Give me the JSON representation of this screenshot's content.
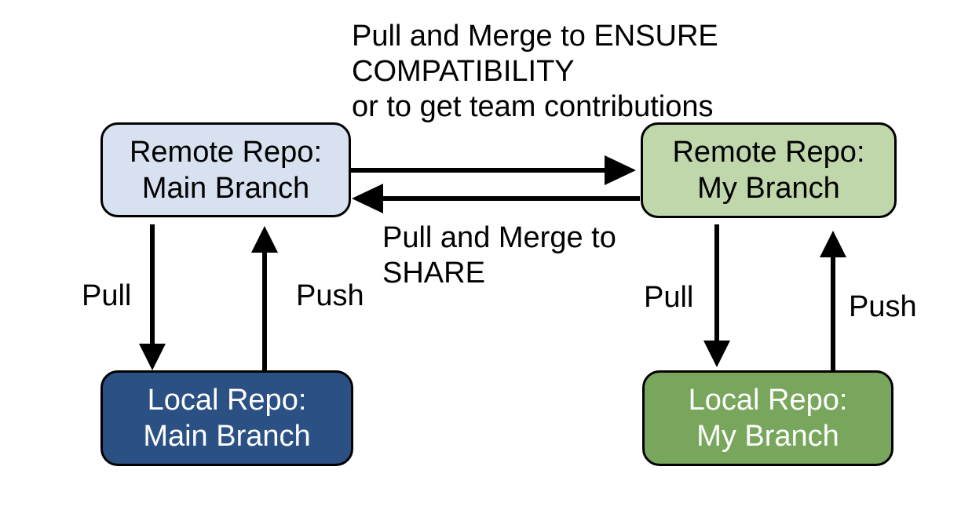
{
  "diagram": {
    "background": "#ffffff",
    "arrow_color": "#000000",
    "annotations": {
      "pull_merge_ensure": "Pull and Merge to ENSURE\nCOMPATIBILITY\nor to get team contributions",
      "pull_merge_share": "Pull and Merge to\nSHARE"
    },
    "nodes": {
      "remote_main": {
        "title": "Remote Repo:\nMain Branch",
        "fill": "#d7e1f0",
        "text_color": "#000000"
      },
      "remote_my": {
        "title": "Remote Repo:\nMy Branch",
        "fill": "#c0d6ab",
        "text_color": "#000000"
      },
      "local_main": {
        "title": "Local Repo:\nMain Branch",
        "fill": "#2b5184",
        "text_color": "#ffffff"
      },
      "local_my": {
        "title": "Local Repo:\nMy Branch",
        "fill": "#79a65d",
        "text_color": "#ffffff"
      }
    },
    "edge_labels": {
      "left_pull": "Pull",
      "left_push": "Push",
      "right_pull": "Pull",
      "right_push": "Push"
    }
  }
}
